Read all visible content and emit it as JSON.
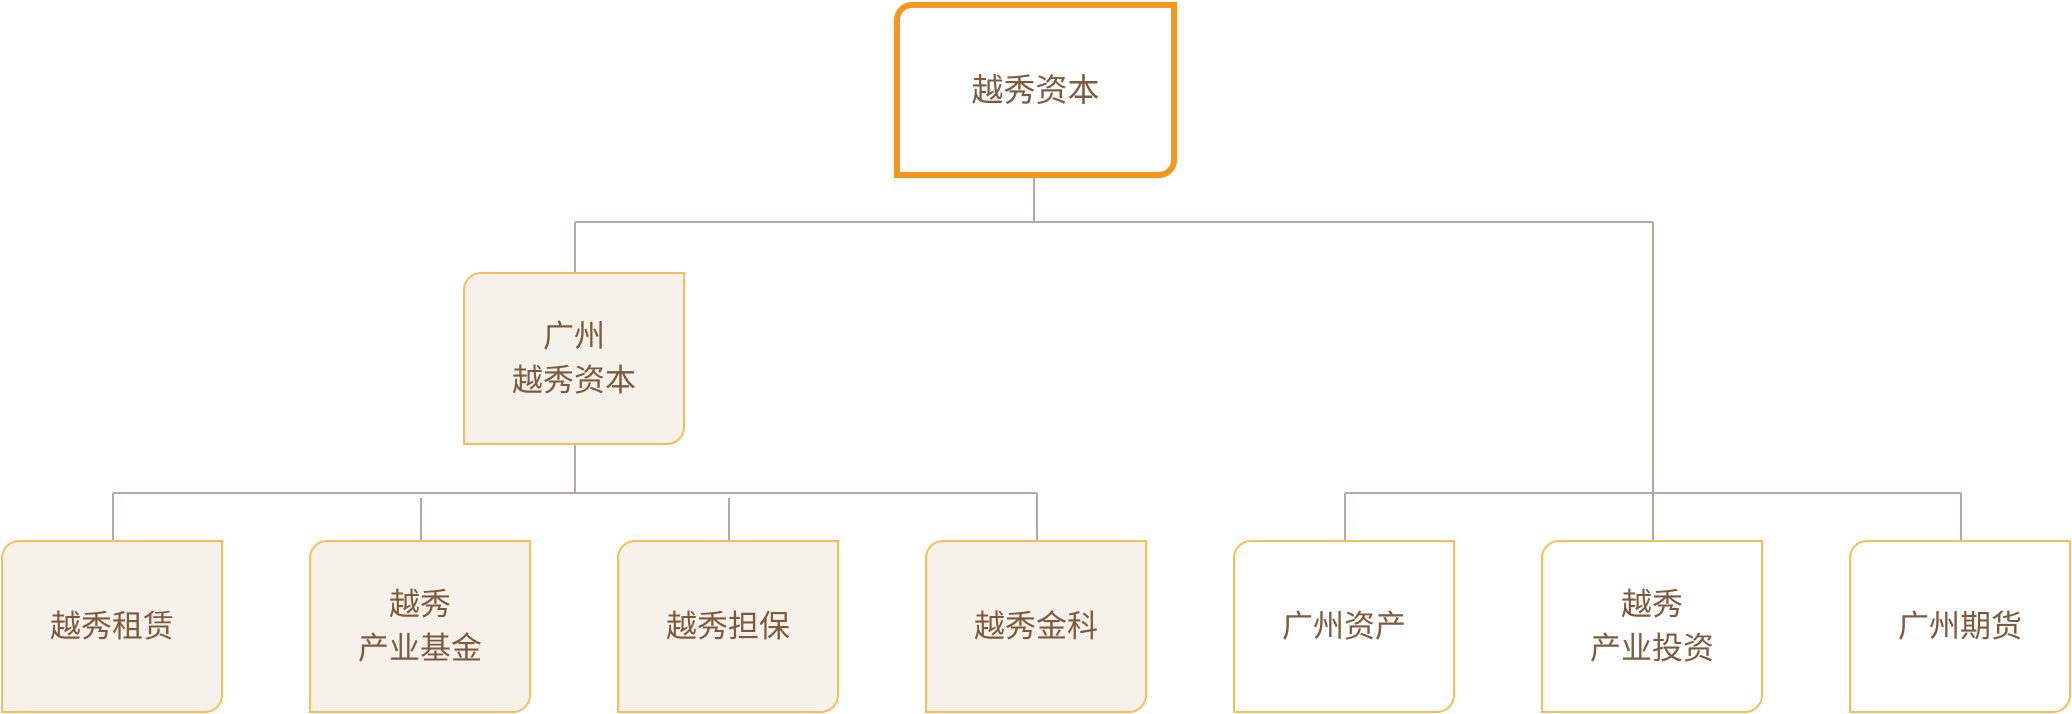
{
  "root": {
    "lines": [
      "越秀资本"
    ]
  },
  "groups": [
    {
      "head": {
        "lines": [
          "广州",
          "越秀资本"
        ]
      },
      "children": [
        {
          "lines": [
            "越秀租赁"
          ]
        },
        {
          "lines": [
            "越秀",
            "产业基金"
          ]
        },
        {
          "lines": [
            "越秀担保"
          ]
        },
        {
          "lines": [
            "越秀金科"
          ]
        }
      ]
    },
    {
      "children": [
        {
          "lines": [
            "广州资产"
          ]
        },
        {
          "lines": [
            "越秀",
            "产业投资"
          ]
        },
        {
          "lines": [
            "广州期货"
          ]
        }
      ]
    }
  ],
  "colors": {
    "root_border": "#f5961f",
    "node_border": "#f7bd59",
    "node_fill": "#f6f1ea",
    "text": "#7d5a3c",
    "connector": "#b8a9a0"
  }
}
